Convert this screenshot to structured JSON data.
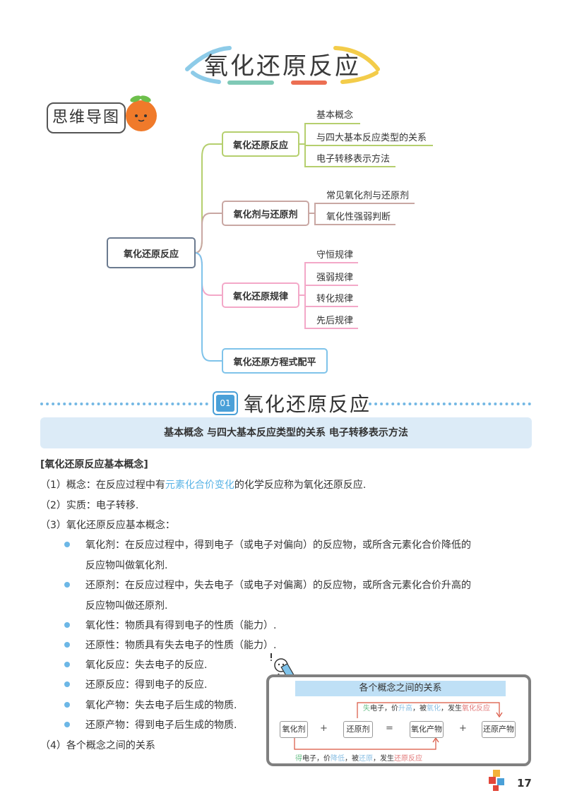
{
  "title": "氧化还原反应",
  "mind_map": {
    "label": "思维导图",
    "root": "氧化还原反应",
    "branches": [
      {
        "label": "氧化还原反应",
        "leaves": [
          "基本概念",
          "与四大基本反应类型的关系",
          "电子转移表示方法"
        ]
      },
      {
        "label": "氧化剂与还原剂",
        "leaves": [
          "常见氧化剂与还原剂",
          "氧化性强弱判断"
        ]
      },
      {
        "label": "氧化还原规律",
        "leaves": [
          "守恒规律",
          "强弱规律",
          "转化规律",
          "先后规律"
        ]
      },
      {
        "label": "氧化还原方程式配平",
        "leaves": []
      }
    ],
    "colors": {
      "branch1": "#b5cf6e",
      "branch2": "#c9a7a3",
      "branch3": "#f3a8c8",
      "branch4": "#7fc3ea",
      "root": "#6b7a8f"
    }
  },
  "section": {
    "number": "01",
    "title": "氧化还原反应",
    "banner": "基本概念  与四大基本反应类型的关系  电子转移表示方法"
  },
  "content": {
    "heading": "[氧化还原反应基本概念]",
    "p1_prefix": "（1）概念：在反应过程中有",
    "p1_highlight": "元素化合价变化",
    "p1_suffix": "的化学反应称为氧化还原反应.",
    "p2": "（2）实质：电子转移.",
    "p3": "（3）氧化还原反应基本概念：",
    "bullets": [
      {
        "line1": "氧化剂：在反应过程中，得到电子（或电子对偏向）的反应物，或所含元素化合价降低的",
        "line2": "反应物叫做氧化剂."
      },
      {
        "line1": "还原剂：在反应过程中，失去电子（或电子对偏离）的反应物，或所含元素化合价升高的",
        "line2": "反应物叫做还原剂."
      },
      {
        "line1": "氧化性：物质具有得到电子的性质（能力）.",
        "line2": ""
      },
      {
        "line1": "还原性：物质具有失去电子的性质（能力）.",
        "line2": ""
      },
      {
        "line1": "氧化反应：失去电子的反应.",
        "line2": ""
      },
      {
        "line1": "还原反应：得到电子的反应.",
        "line2": ""
      },
      {
        "line1": "氧化产物：失去电子后生成的物质.",
        "line2": ""
      },
      {
        "line1": "还原产物：得到电子后生成的物质.",
        "line2": ""
      }
    ],
    "p4": "（4）各个概念之间的关系"
  },
  "relation_figure": {
    "title": "各个概念之间的关系",
    "items": [
      "氧化剂",
      "还原剂",
      "氧化产物",
      "还原产物"
    ],
    "operators": [
      "+",
      "=",
      "+"
    ],
    "top_note": {
      "a": "失",
      "b": "电子，价",
      "c": "升高",
      "d": "，被",
      "e": "氧化",
      "f": "，发生",
      "g": "氧化反应"
    },
    "bottom_note": {
      "a": "得",
      "b": "电子，价",
      "c": "降低",
      "d": "，被",
      "e": "还原",
      "f": "，发生",
      "g": "还原反应"
    }
  },
  "page_number": "17"
}
